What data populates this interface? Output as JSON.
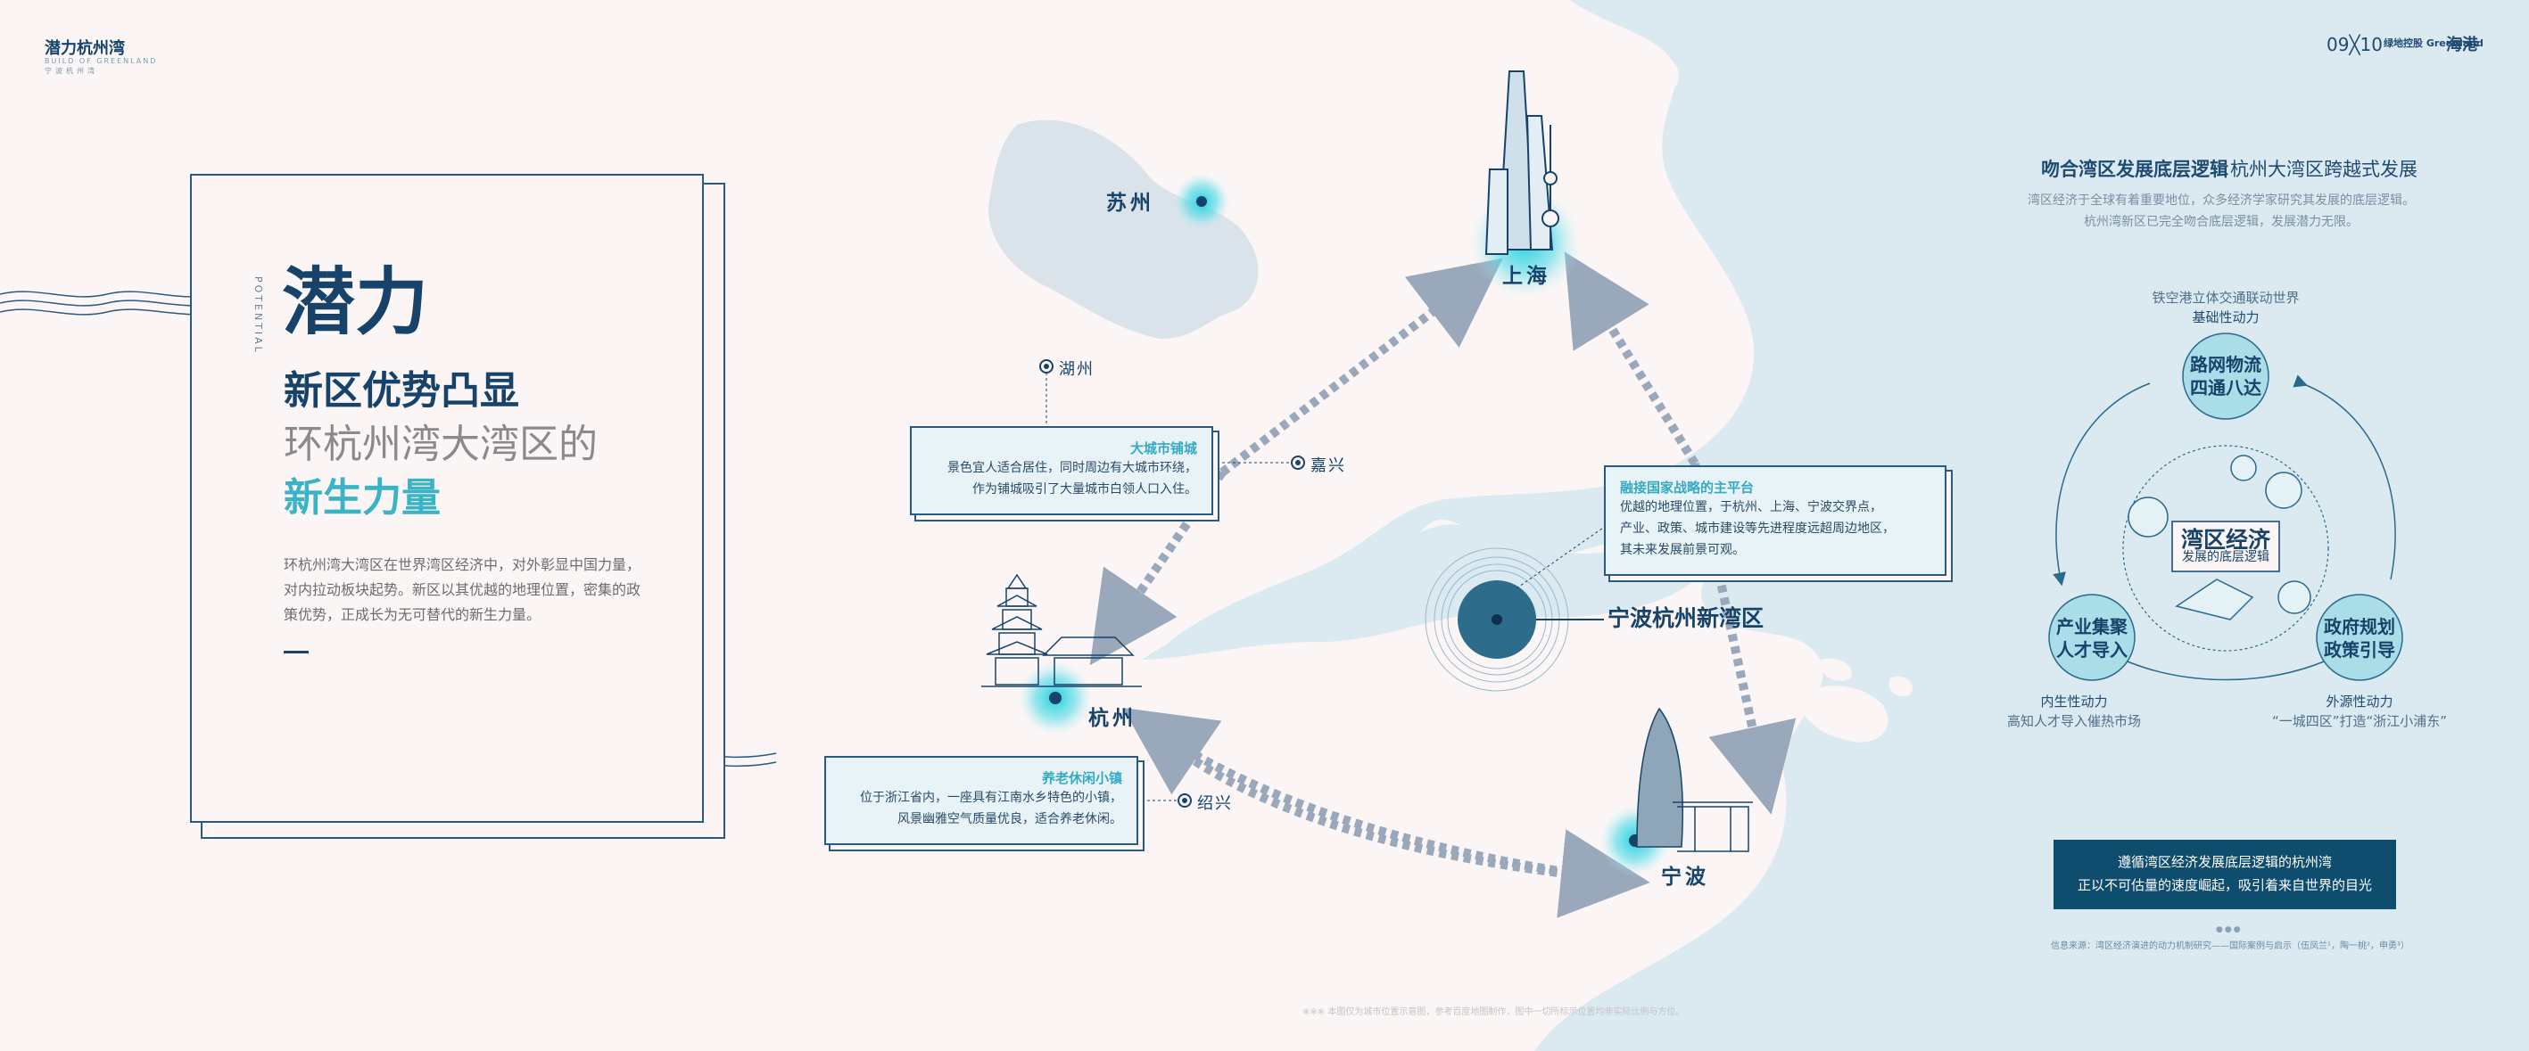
{
  "header": {
    "brand": "潜力杭州湾",
    "brand_en": "BUILD OF GREENLAND",
    "brand_cn_small": "宁波杭州湾",
    "page": "09╳10",
    "logo_a": "绿地控股 Greenland",
    "logo_b": "海港"
  },
  "left_panel": {
    "vertical_label": "POTENTIAL",
    "title": "潜力",
    "subtitle_1": "新区优势凸显",
    "subtitle_2": "环杭州湾大湾区的",
    "subtitle_3": "新生力量",
    "description": "环杭州湾大湾区在世界湾区经济中，对外彰显中国力量，对内拉动板块起势。新区以其优越的地理位置，密集的政策优势，正成长为无可替代的新生力量。"
  },
  "map": {
    "cities": {
      "suzhou": "苏州",
      "shanghai": "上海",
      "hangzhou": "杭州",
      "ningbo": "宁波",
      "huzhou": "湖州",
      "jiaxing": "嘉兴",
      "shaoxing": "绍兴",
      "ningbo_new_area": "宁波杭州新湾区"
    },
    "callouts": {
      "big_city": {
        "title": "大城市铺城",
        "line1": "景色宜人适合居住，同时周边有大城市环绕，",
        "line2": "作为铺城吸引了大量城市白领人口入住。"
      },
      "leisure": {
        "title": "养老休闲小镇",
        "line1": "位于浙江省内，一座具有江南水乡特色的小镇，",
        "line2": "风景幽雅空气质量优良，适合养老休闲。"
      },
      "national": {
        "title": "融接国家战略的主平台",
        "line1": "优越的地理位置，于杭州、上海、宁波交界点，",
        "line2": "产业、政策、城市建设等先进程度远超周边地区，",
        "line3": "其未来发展前景可观。"
      }
    },
    "footnote": "※※※ 本图仅为城市位置示意图，参考百度地图制作，图中一切所标示位置均非实际比例与方位。"
  },
  "right_panel": {
    "title_bold": "吻合湾区发展底层逻辑",
    "title_light": "杭州大湾区跨越式发展",
    "desc_1": "湾区经济于全球有着重要地位，众多经济学家研究其发展的底层逻辑。",
    "desc_2": "杭州湾新区已完全吻合底层逻辑，发展潜力无限。",
    "cycle": {
      "top_caption": "铁空港立体交通联动世界",
      "top_strong": "基础性动力",
      "top_node_1": "路网物流",
      "top_node_2": "四通八达",
      "left_node_1": "产业集聚",
      "left_node_2": "人才导入",
      "left_strong": "内生性动力",
      "left_caption": "高知人才导入催热市场",
      "right_node_1": "政府规划",
      "right_node_2": "政策引导",
      "right_strong": "外源性动力",
      "right_caption": "“一城四区”打造“浙江小浦东”",
      "center_title": "湾区经济",
      "center_sub": "发展的底层逻辑"
    },
    "banner_1": "遵循湾区经济发展底层逻辑的杭州湾",
    "banner_2": "正以不可估量的速度崛起，吸引着来自世界的目光",
    "source": "信息来源：湾区经济演进的动力机制研究——国际案例与启示（伍凤兰¹，陶一桃²，申勇³）"
  },
  "colors": {
    "navy": "#17436a",
    "teal": "#3ab3c6",
    "sea": "#dbe9f1",
    "land": "#fbf6f5",
    "banner": "#0f4d6f"
  }
}
